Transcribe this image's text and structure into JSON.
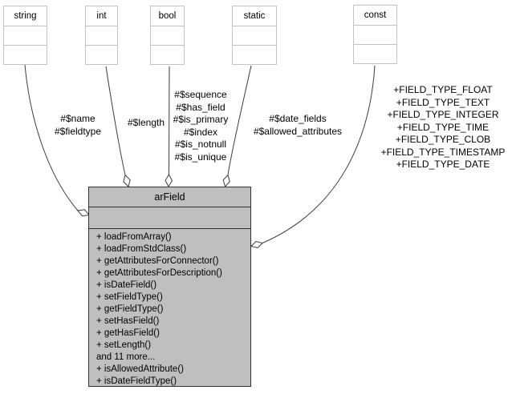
{
  "colors": {
    "background": "#ffffff",
    "type_box_fill": "#ffffff",
    "type_box_border": "#c3c3c3",
    "main_box_fill": "#bfbfbf",
    "main_box_border": "#323232",
    "edge_line": "#3c3c3c",
    "text": "#000000"
  },
  "types": [
    {
      "name": "string"
    },
    {
      "name": "int"
    },
    {
      "name": "bool"
    },
    {
      "name": "static"
    },
    {
      "name": "const"
    }
  ],
  "edge_labels": {
    "string": [
      "#$name",
      "#$fieldtype"
    ],
    "int": [
      "#$length"
    ],
    "bool": [
      "#$sequence",
      "#$has_field",
      "#$is_primary",
      "#$index",
      "#$is_notnull",
      "#$is_unique"
    ],
    "static": [
      "#$date_fields",
      "#$allowed_attributes"
    ],
    "const": [
      "+FIELD_TYPE_FLOAT",
      "+FIELD_TYPE_TEXT",
      "+FIELD_TYPE_INTEGER",
      "+FIELD_TYPE_TIME",
      "+FIELD_TYPE_CLOB",
      "+FIELD_TYPE_TIMESTAMP",
      "+FIELD_TYPE_DATE"
    ]
  },
  "arfield": {
    "name": "arField",
    "methods": [
      "+ loadFromArray()",
      "+ loadFromStdClass()",
      "+ getAttributesForConnector()",
      "+ getAttributesForDescription()",
      "+ isDateField()",
      "+ setFieldType()",
      "+ getFieldType()",
      "+ setHasField()",
      "+ getHasField()",
      "+ setLength()",
      "and 11 more...",
      "+ isAllowedAttribute()",
      "+ isDateFieldType()"
    ]
  }
}
